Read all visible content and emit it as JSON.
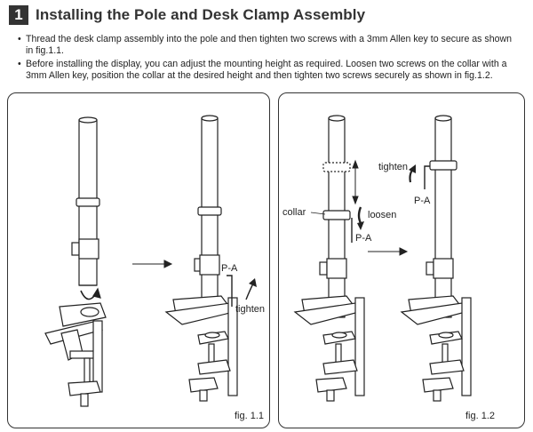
{
  "header": {
    "step_number": "1",
    "title": "Installing the Pole and Desk Clamp Assembly"
  },
  "instructions": [
    {
      "bullet": "•",
      "text": "Thread the desk clamp assembly into the pole and then tighten two screws with a 3mm Allen key to secure as shown in fig.1.1."
    },
    {
      "bullet": "•",
      "text": "Before installing the display, you can adjust the mounting height as required. Loosen two screws on the collar with a 3mm Allen key, position the collar at the desired height and then tighten two screws securely as shown in fig.1.2."
    }
  ],
  "figure1": {
    "caption": "fig. 1.1",
    "label_pa": "P-A",
    "label_tighten": "tighten"
  },
  "figure2": {
    "caption": "fig. 1.2",
    "label_collar": "collar",
    "label_loosen": "loosen",
    "label_pa_left": "P-A",
    "label_tighten": "tighten",
    "label_pa_right": "P-A"
  },
  "colors": {
    "ink": "#222222",
    "badge": "#333333"
  }
}
